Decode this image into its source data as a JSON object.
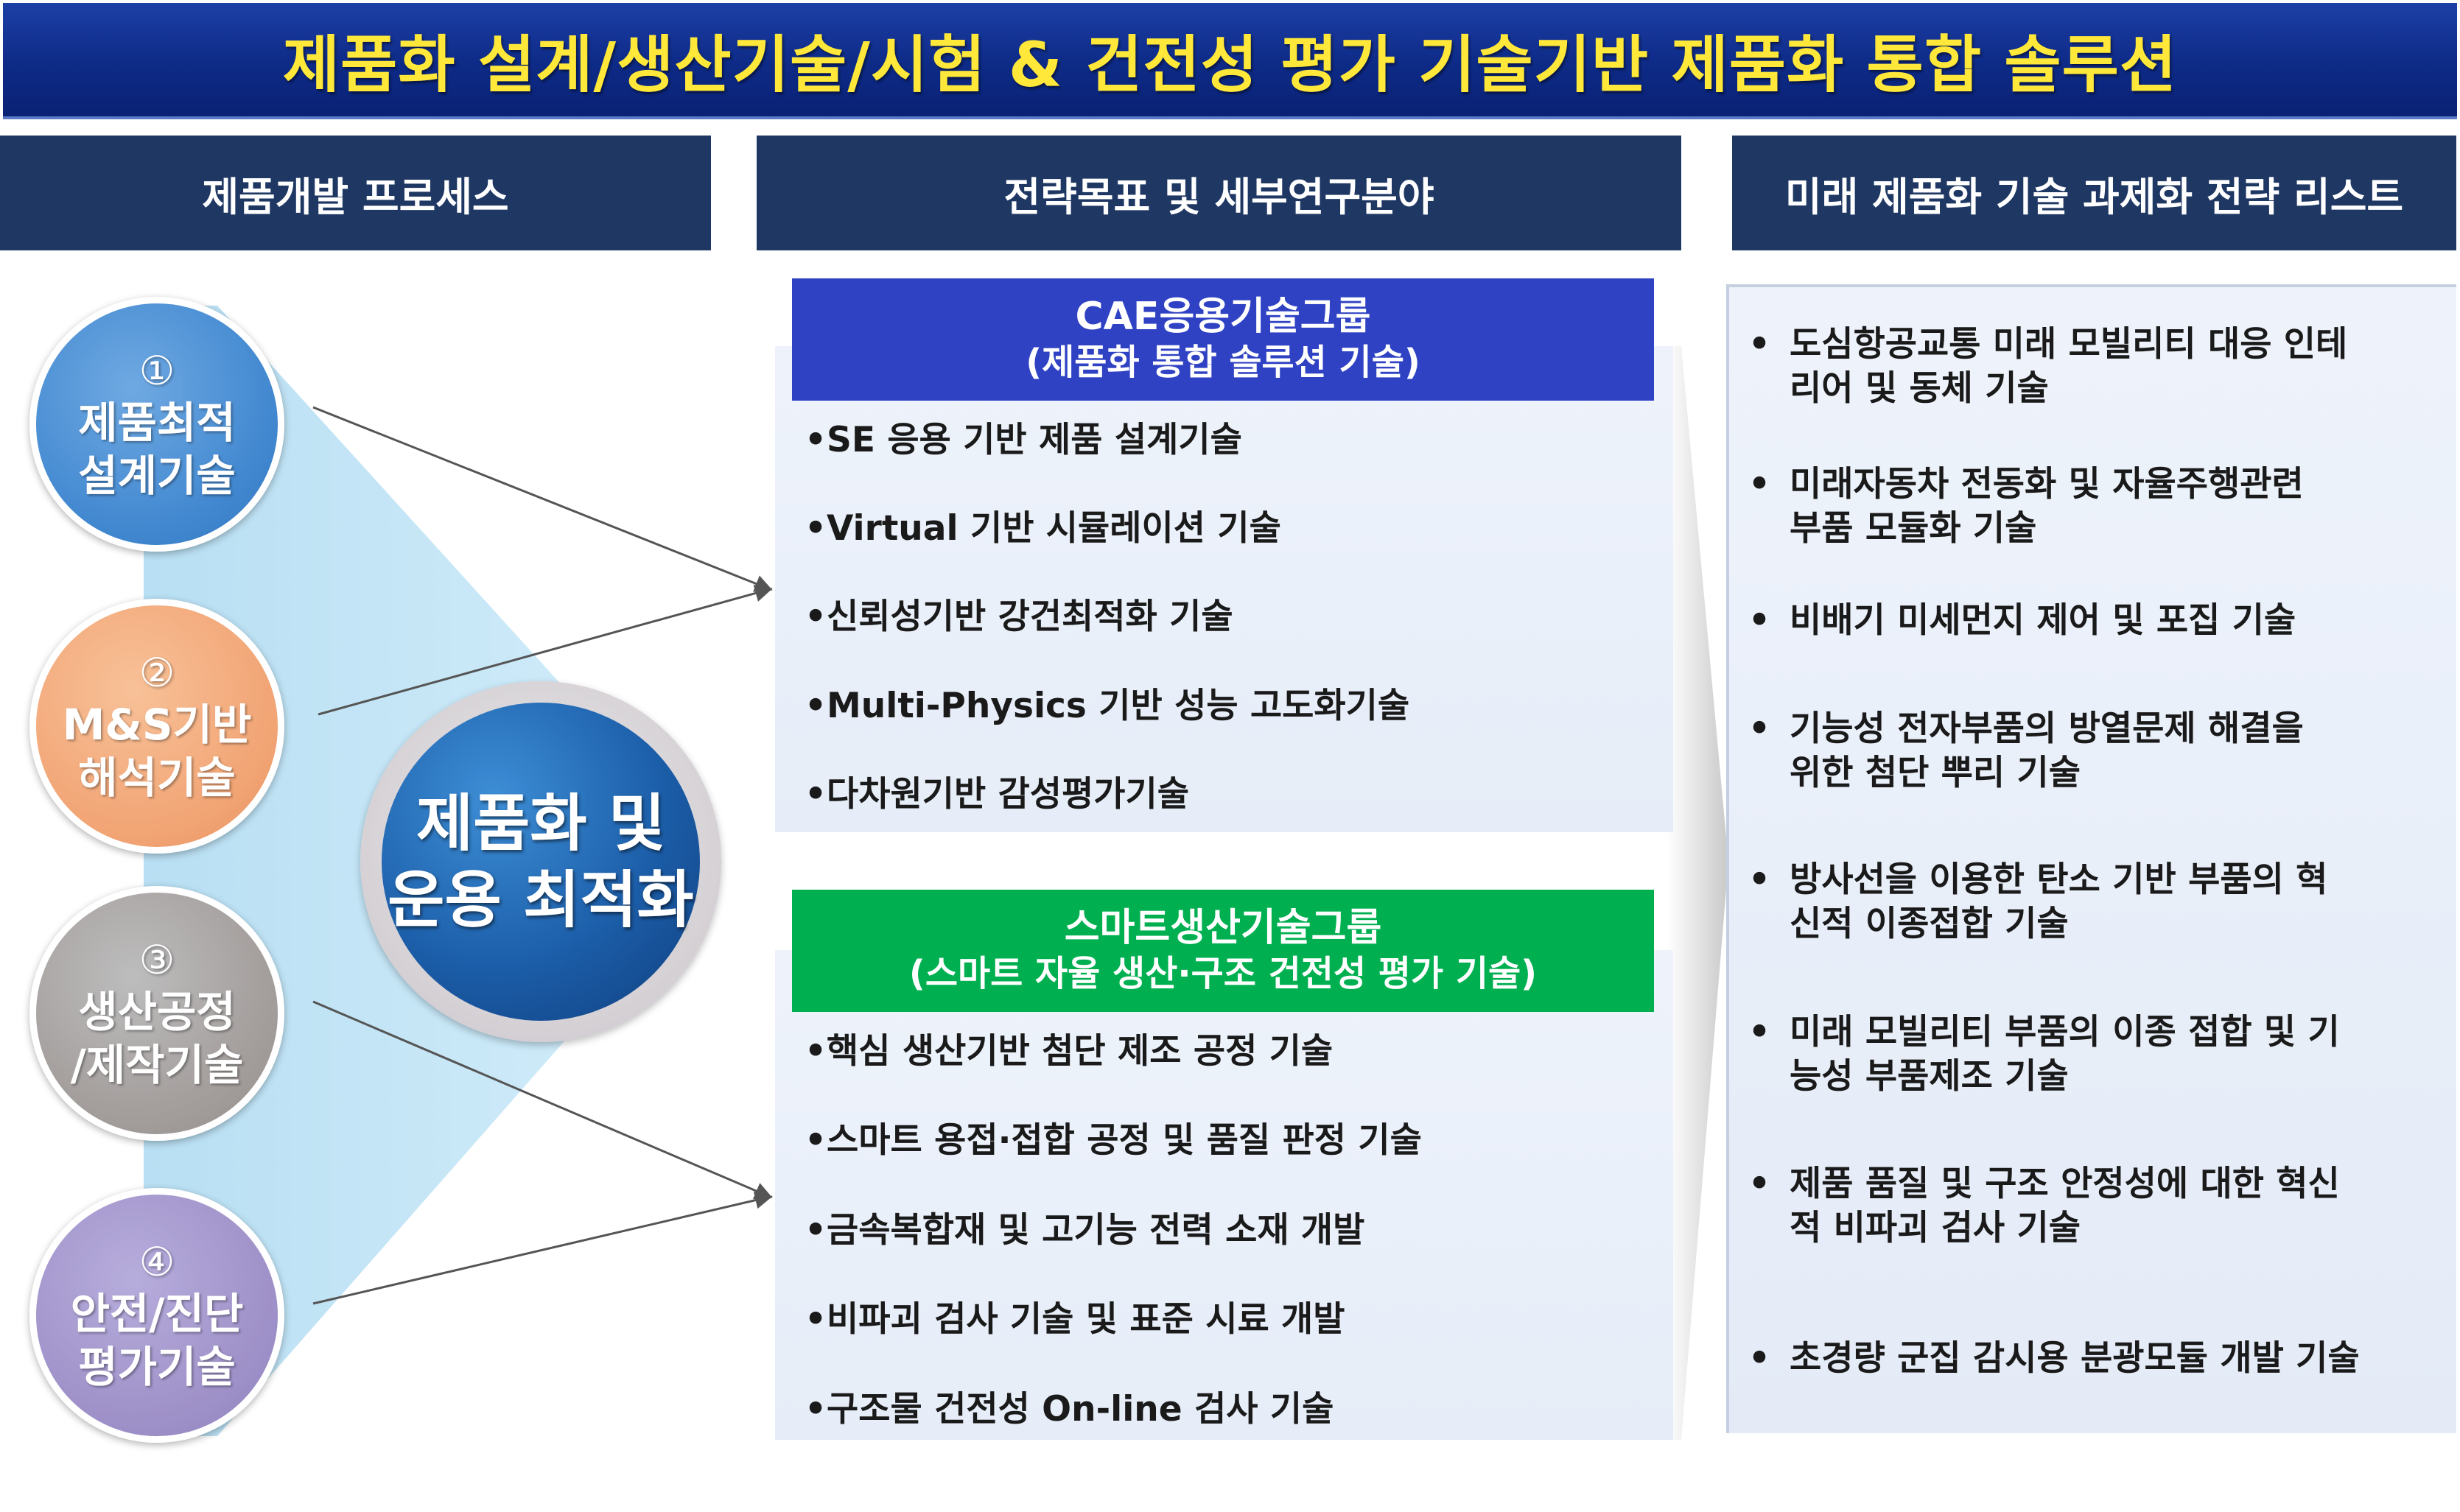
{
  "title": "제품화 설계/생산기술/시험 & 건전성 평가 기술기반  제품화 통합 솔루션",
  "headers": {
    "process": "제품개발 프로세스",
    "strategy": "전략목표 및 세부연구분야",
    "future": "미래 제품화 기술 과제화 전략 리스트"
  },
  "process": {
    "steps": [
      {
        "num": "①",
        "lines": [
          "제품최적",
          "설계기술"
        ],
        "color": "#3f86cf"
      },
      {
        "num": "②",
        "lines": [
          "M&S기반",
          "해석기술"
        ],
        "color": "#f1a373"
      },
      {
        "num": "③",
        "lines": [
          "생산공정",
          "/제작기술"
        ],
        "color": "#a19b99"
      },
      {
        "num": "④",
        "lines": [
          "안전/진단",
          "평가기술"
        ],
        "color": "#9d8fc7"
      }
    ],
    "center": {
      "lines": [
        "제품화 및",
        "운용 최적화"
      ]
    }
  },
  "groups": {
    "cae": {
      "title": "CAE응용기술그룹",
      "subtitle": "(제품화 통합 솔루션 기술)",
      "color": "#2f42c4",
      "items": [
        "SE 응용 기반 제품 설계기술",
        "Virtual 기반 시뮬레이션 기술",
        "신뢰성기반 강건최적화 기술",
        "Multi-Physics 기반 성능 고도화기술",
        "다차원기반 감성평가기술"
      ]
    },
    "smart": {
      "title": "스마트생산기술그룹",
      "subtitle": "(스마트 자율 생산·구조 건전성 평가 기술)",
      "color": "#00b050",
      "items": [
        "핵심 생산기반 첨단 제조 공정 기술",
        "스마트 용접·접합 공정 및 품질 판정 기술",
        "금속복합재 및 고기능 전력 소재 개발",
        "비파괴 검사 기술 및 표준 시료 개발",
        "구조물 건전성 On-line 검사 기술"
      ]
    }
  },
  "future_items": [
    {
      "l1": "도심항공교통 미래 모빌리티 대응 인테",
      "l2": "리어 및 동체 기술"
    },
    {
      "l1": "미래자동차 전동화 및 자율주행관련",
      "l2": "부품 모듈화 기술"
    },
    {
      "l1": "비배기 미세먼지 제어 및 포집 기술",
      "l2": ""
    },
    {
      "l1": "기능성 전자부품의 방열문제 해결을",
      "l2": "위한 첨단 뿌리 기술"
    },
    {
      "l1": "방사선을 이용한 탄소 기반 부품의 혁",
      "l2": "신적 이종접합 기술"
    },
    {
      "l1": "미래 모빌리티 부품의 이종 접합 및 기",
      "l2": "능성 부품제조 기술"
    },
    {
      "l1": "제품 품질 및 구조 안정성에 대한 혁신",
      "l2": "적 비파괴 검사 기술"
    },
    {
      "l1": "초경량 군집 감시용 분광모듈 개발 기술",
      "l2": ""
    }
  ],
  "bullet": "•"
}
